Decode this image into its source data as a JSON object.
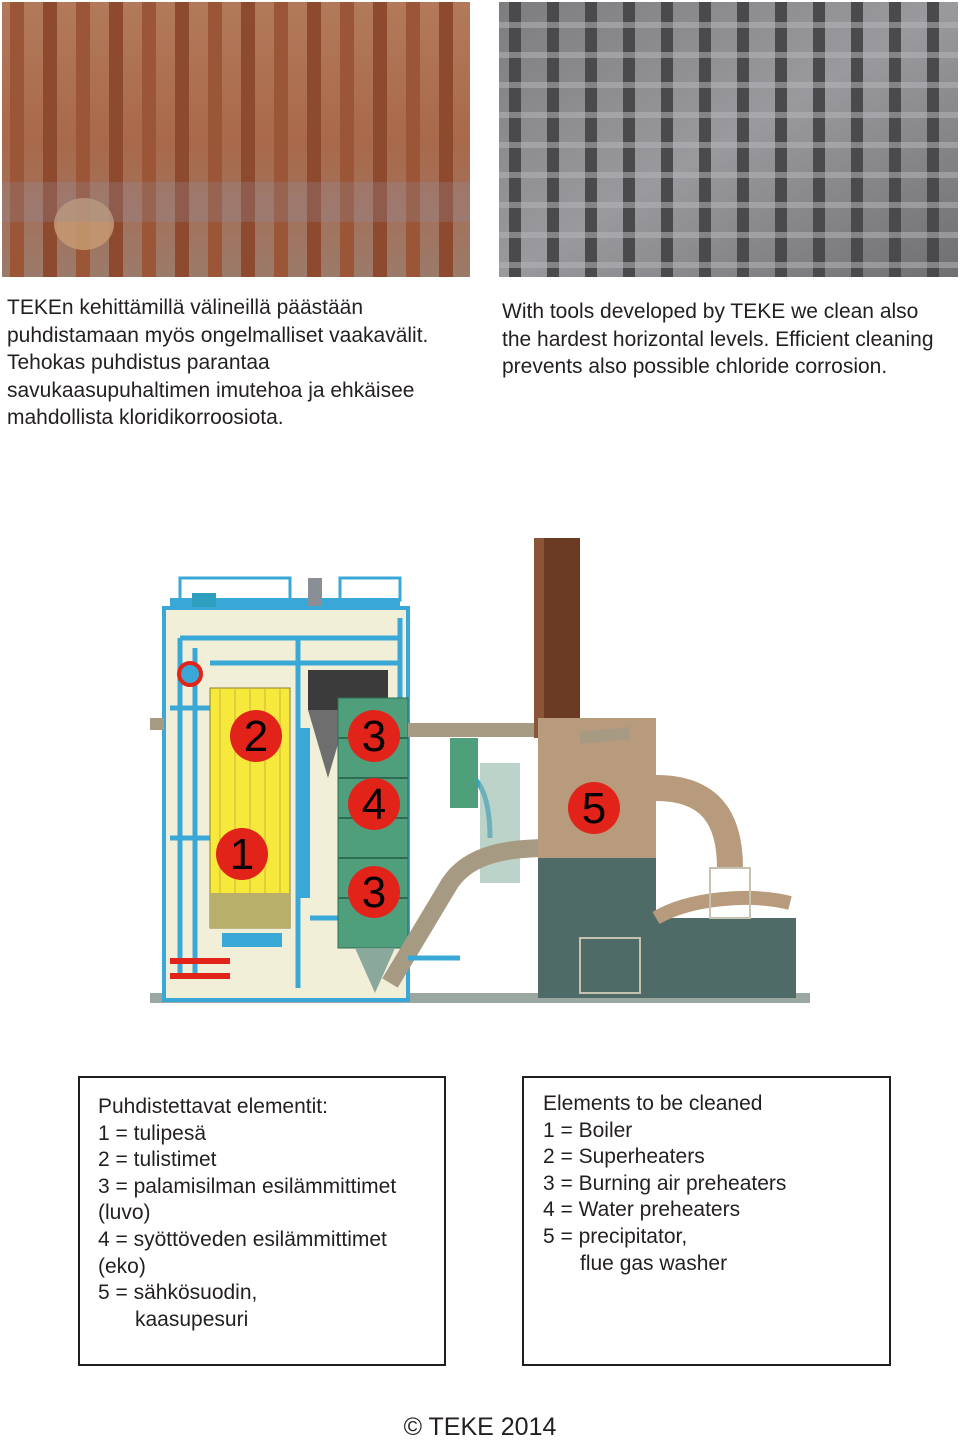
{
  "photos": {
    "left_alt": "",
    "right_alt": ""
  },
  "captions": {
    "fi": "TEKEn kehittämillä välineillä päästään puhdistamaan myös ongelmalliset vaakavälit. Tehokas puhdistus parantaa savukaasupuhaltimen imutehoa ja ehkäisee mahdollista kloridikorroosiota.",
    "en": "With tools developed by TEKE we clean also the hardest horizontal levels. Efficient cleaning prevents also possible chloride corrosion."
  },
  "diagram": {
    "markers": [
      "2",
      "1",
      "3",
      "4",
      "3",
      "5"
    ],
    "colors": {
      "marker": "#e2231a",
      "boiler": "#f7e93b",
      "piping": "#3aa8d6",
      "preheater": "#4f9e7c",
      "stack": "#6b3a22",
      "precipitator": "#b79b7c",
      "washer": "#4f6b68"
    }
  },
  "legend_fi": {
    "title": "Puhdistettavat elementit:",
    "lines": [
      "1 = tulipesä",
      "2 = tulistimet",
      "3 = palamisilman esilämmittimet",
      "(luvo)",
      "4 = syöttöveden esilämmittimet",
      "(eko)",
      "5 = sähkösuodin,",
      "kaasupesuri"
    ]
  },
  "legend_en": {
    "title": "Elements to be cleaned",
    "lines": [
      "1 = Boiler",
      "2 = Superheaters",
      "3 = Burning air preheaters",
      "4 = Water preheaters",
      "5 = precipitator,",
      "flue gas washer"
    ]
  },
  "footer": "© TEKE 2014"
}
